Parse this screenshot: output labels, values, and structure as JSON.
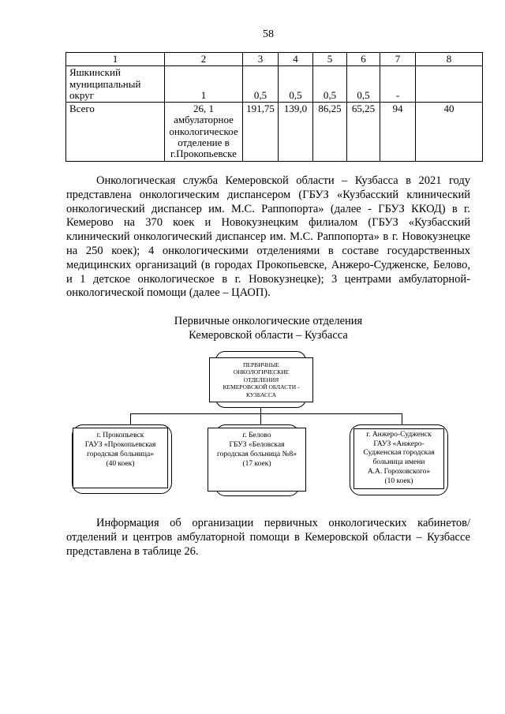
{
  "page_number": "58",
  "table": {
    "headers": [
      "1",
      "2",
      "3",
      "4",
      "5",
      "6",
      "7",
      "8"
    ],
    "rows": [
      {
        "cells": [
          "Яшкинский муниципальный округ",
          "1",
          "0,5",
          "0,5",
          "0,5",
          "0,5",
          "-",
          ""
        ]
      },
      {
        "cells": [
          "Всего",
          "26, 1 амбулаторное онкологическое отделение в г.Прокопьевске",
          "191,75",
          "139,0",
          "86,25",
          "65,25",
          "94",
          "40"
        ]
      }
    ]
  },
  "paragraphs": {
    "intro": "Онкологическая служба Кемеровской области – Кузбасса в 2021 году представлена онкологическим диспансером (ГБУЗ «Кузбасский клинический онкологический диспансер им. М.С. Раппопорта» (далее - ГБУЗ ККОД) в г. Кемерово на 370 коек и Новокузнецким филиалом (ГБУЗ «Кузбасский клинический онкологический диспансер им. М.С. Раппопорта» в г. Новокузнецке на 250 коек); 4 онкологическими отделениями в составе государственных медицинских организаций (в городах Прокопьевске, Анжеро-Судженске, Белово, и 1 детское онкологическое в г. Новокузнецке); 3 центрами амбулаторной-онкологической помощи (далее – ЦАОП).",
    "outro": "Информация об организации первичных онкологических кабинетов/отделений и центров амбулаторной помощи в Кемеровской области – Кузбассе представлена в таблице 26."
  },
  "org_chart": {
    "title": "Первичные онкологические отделения\nКемеровской области – Кузбасса",
    "root_label": "ПЕРВИЧНЫЕ\nОНКОЛОГИЧЕСКИЕ\nОТДЕЛЕНИЯ\nКЕМЕРОВСКОЙ ОБЛАСТИ -\nКУЗБАССА",
    "nodes": [
      {
        "label": "г. Прокопьевск\nГАУЗ «Прокопьевская\nгородская больница»\n(40 коек)"
      },
      {
        "label": "г. Белово\nГБУЗ «Беловская\nгородская больница №8»\n(17 коек)"
      },
      {
        "label": "г. Анжеро-Судженск\nГАУЗ «Анжеро-\nСудженская городская\nбольница имени\nА.А. Гороховского»\n(10 коек)"
      }
    ]
  }
}
